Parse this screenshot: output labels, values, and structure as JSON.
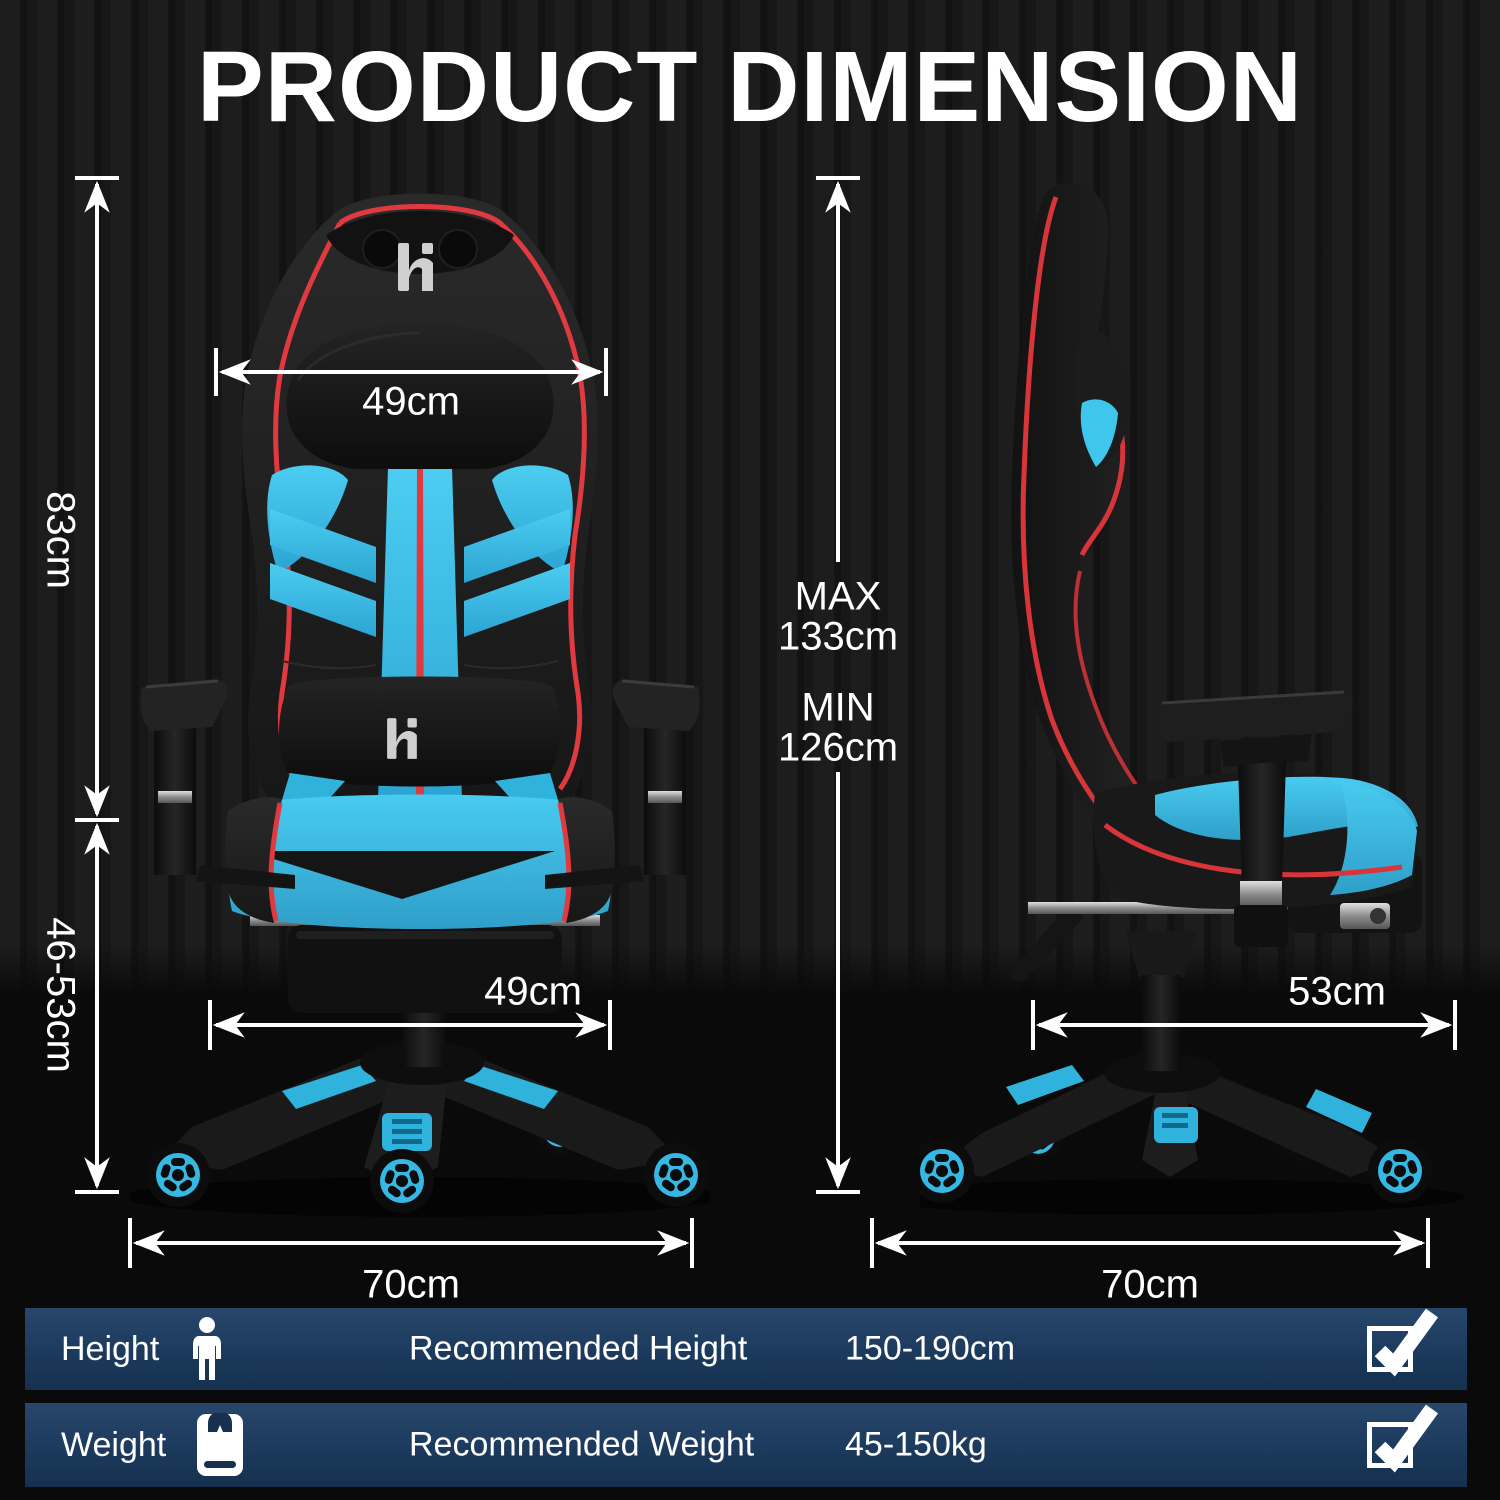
{
  "header": {
    "title": "PRODUCT DIMENSION"
  },
  "colors": {
    "accent_red": "#e03a40",
    "accent_cyan": "#3fc6ec",
    "chair_black": "#1f1f1f",
    "table_cell_blue": "#1d3a5c",
    "background": "#181818",
    "floor": "#0a0a0a",
    "dimension_white": "#ffffff"
  },
  "front_chair": {
    "description": "front view gaming chair with footrest",
    "dimensions": {
      "back_height": "83cm",
      "seat_height_range": "46-53cm",
      "backrest_width": "49cm",
      "seat_width": "49cm",
      "base_width": "70cm"
    }
  },
  "side_chair": {
    "description": "side view gaming chair with footrest",
    "dimensions": {
      "max_label": "MAX",
      "max_value": "133cm",
      "min_label": "MIN",
      "min_value": "126cm",
      "seat_depth": "53cm",
      "base_width": "70cm"
    }
  },
  "spec_table": {
    "rows": [
      {
        "category": "Height",
        "icon": "person-icon",
        "spec_label": "Recommended Height",
        "spec_value": "150-190cm",
        "checked": true
      },
      {
        "category": "Weight",
        "icon": "scale-icon",
        "spec_label": "Recommended Weight",
        "spec_value": "45-150kg",
        "checked": true
      }
    ]
  }
}
